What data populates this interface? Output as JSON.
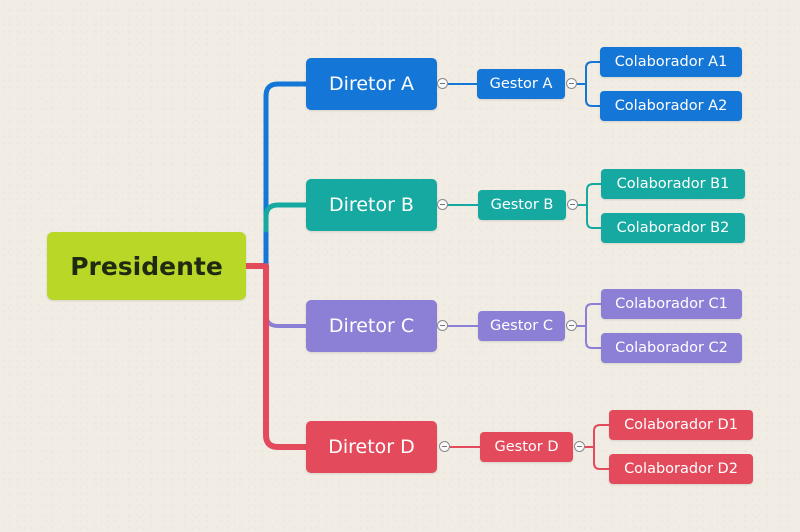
{
  "root": {
    "label": "Presidente",
    "color": "#b9d726"
  },
  "branches": [
    {
      "id": "a",
      "color": "#1476d6",
      "director": "Diretor A",
      "manager": "Gestor A",
      "workers": [
        "Colaborador A1",
        "Colaborador A2"
      ]
    },
    {
      "id": "b",
      "color": "#15a9a2",
      "director": "Diretor B",
      "manager": "Gestor B",
      "workers": [
        "Colaborador B1",
        "Colaborador B2"
      ]
    },
    {
      "id": "c",
      "color": "#8c7fd6",
      "director": "Diretor C",
      "manager": "Gestor C",
      "workers": [
        "Colaborador C1",
        "Colaborador C2"
      ]
    },
    {
      "id": "d",
      "color": "#e34b5d",
      "director": "Diretor D",
      "manager": "Gestor D",
      "workers": [
        "Colaborador D1",
        "Colaborador D2"
      ]
    }
  ]
}
